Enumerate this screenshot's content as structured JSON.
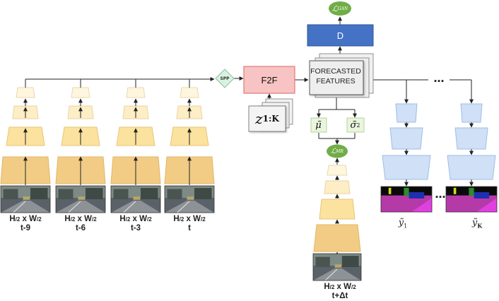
{
  "inputs": [
    {
      "resolution": {
        "h": "H",
        "div": "/2",
        "x": " x ",
        "w": "W"
      },
      "time": "t-9"
    },
    {
      "resolution": {
        "h": "H",
        "div": "/2",
        "x": " x ",
        "w": "W"
      },
      "time": "t-6"
    },
    {
      "resolution": {
        "h": "H",
        "div": "/2",
        "x": " x ",
        "w": "W"
      },
      "time": "t-3"
    },
    {
      "resolution": {
        "h": "H",
        "div": "/2",
        "x": " x ",
        "w": "W"
      },
      "time": "t"
    }
  ],
  "target_input": {
    "resolution": {
      "h": "H",
      "div": "/2",
      "x": " x ",
      "w": "W"
    },
    "time": "t+Δt"
  },
  "spp_label": "SPP",
  "f2f_label": "F2F",
  "noise_label": {
    "base": "z",
    "sub": "1:K"
  },
  "forecast_label": [
    "FORECASTED",
    "FEATURES"
  ],
  "discriminator_label": "D",
  "gan_loss": {
    "base": "ℒ",
    "sub": "GAN"
  },
  "mr_loss": {
    "base": "ℒ",
    "sub": "MR"
  },
  "mu_label": "μ̃",
  "sigma_label": {
    "base": "σ̃",
    "sup": "2"
  },
  "ellipsis": "…",
  "outputs": [
    {
      "base": "ỹ",
      "sub": "1"
    },
    {
      "base": "ỹ",
      "sub": "K"
    }
  ],
  "colors": {
    "pyramid_dark": "#f2cc85",
    "pyramid_mid": "#fbe29e",
    "pyramid_light": "#fdeec6",
    "pyramid_top": "#fef6de",
    "decoder": "#cfe0f7",
    "decoder_stroke": "#9fbde6",
    "spp": "#d8f2e0",
    "f2f": "#f8c3c3",
    "f2f_stroke": "#e07a7a",
    "discriminator": "#4472c4",
    "loss": "#70ad47",
    "stat_box": "#eaf5de",
    "feature_box": "#eeeeee",
    "seg_purple": "#b53aa8",
    "seg_magenta": "#e040e0",
    "seg_blue": "#1f2fb0",
    "seg_green": "#2e8b2e"
  }
}
